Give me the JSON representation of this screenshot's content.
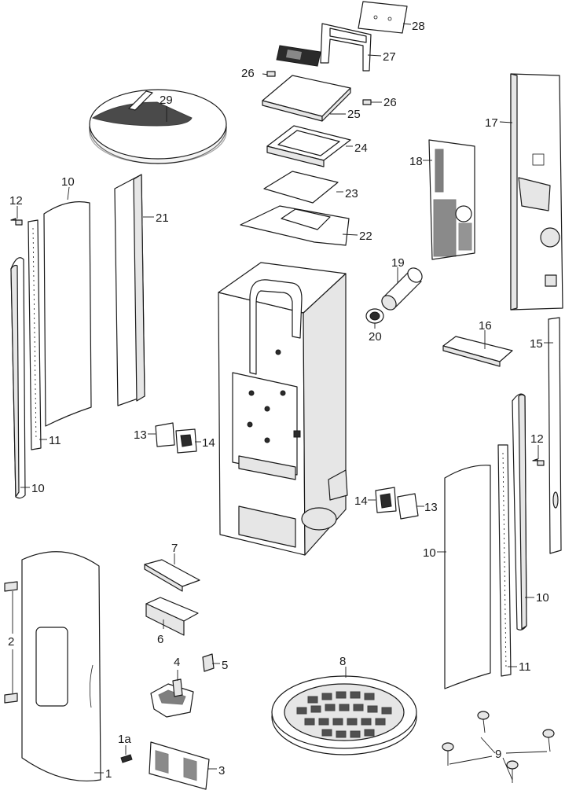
{
  "labels": {
    "p1": "1",
    "p1a": "1a",
    "p2": "2",
    "p3": "3",
    "p4": "4",
    "p5": "5",
    "p6": "6",
    "p7": "7",
    "p8": "8",
    "p9": "9",
    "p10a": "10",
    "p10b": "10",
    "p10c": "10",
    "p10d": "10",
    "p11a": "11",
    "p11b": "11",
    "p12a": "12",
    "p12b": "12",
    "p13a": "13",
    "p13b": "13",
    "p14a": "14",
    "p14b": "14",
    "p15": "15",
    "p16": "16",
    "p17": "17",
    "p18": "18",
    "p19": "19",
    "p20": "20",
    "p21": "21",
    "p22": "22",
    "p23": "23",
    "p24": "24",
    "p25": "25",
    "p26a": "26",
    "p26b": "26",
    "p27": "27",
    "p28": "28",
    "p29": "29"
  }
}
